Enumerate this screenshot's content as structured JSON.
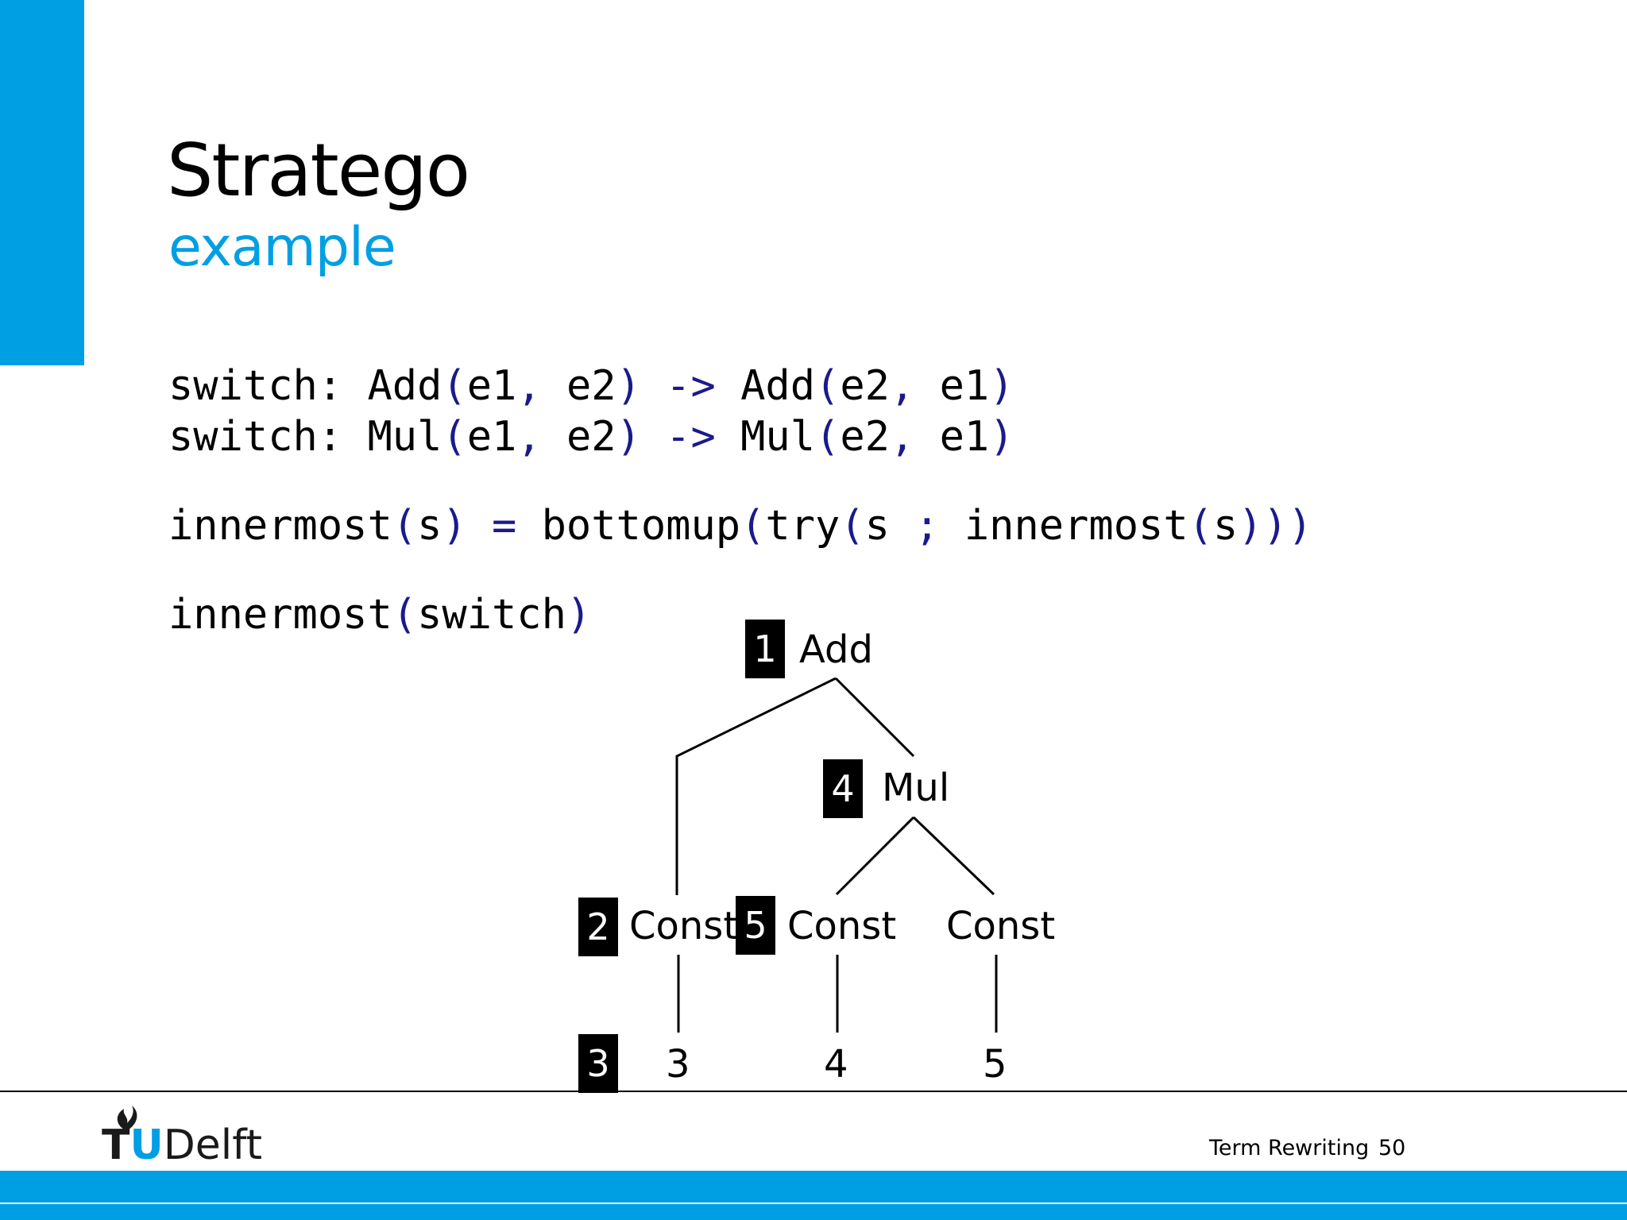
{
  "slide": {
    "title": "Stratego",
    "subtitle": "example"
  },
  "code": {
    "line1": {
      "a": "switch: Add",
      "b": "(",
      "c": "e1",
      "d": ", ",
      "e": "e2",
      "f": ")",
      "g": " -> ",
      "h": "Add",
      "i": "(",
      "j": "e2",
      "k": ", ",
      "l": "e1",
      "m": ")"
    },
    "line2": {
      "a": "switch: Mul",
      "b": "(",
      "c": "e1",
      "d": ", ",
      "e": "e2",
      "f": ")",
      "g": " -> ",
      "h": "Mul",
      "i": "(",
      "j": "e2",
      "k": ", ",
      "l": "e1",
      "m": ")"
    },
    "line3": {
      "a": "innermost",
      "b": "(",
      "c": "s",
      "d": ")",
      "e": " = ",
      "f": "bottomup",
      "g": "(",
      "h": "try",
      "i": "(",
      "j": "s ",
      "k": ";",
      "l": " innermost",
      "m": "(",
      "n": "s",
      "o": ")))"
    },
    "line4": {
      "a": "innermost",
      "b": "(",
      "c": "switch",
      "d": ")"
    }
  },
  "tree": {
    "nodes": {
      "add": "Add",
      "mul": "Mul",
      "const_left": "Const",
      "const_mid": "Const",
      "const_right": "Const",
      "leaf_left": "3",
      "leaf_mid": "4",
      "leaf_right": "5"
    },
    "badges": {
      "add": "1",
      "const_left": "2",
      "leaf_left": "3",
      "mul": "4",
      "const_mid": "5"
    }
  },
  "footer": {
    "logo_tu_t": "T",
    "logo_tu_u": "U",
    "logo_delft": "Delft",
    "label": "Term Rewriting",
    "page_number": "50"
  },
  "colors": {
    "accent": "#009fe3",
    "code_punctuation": "#1a1a8c"
  }
}
